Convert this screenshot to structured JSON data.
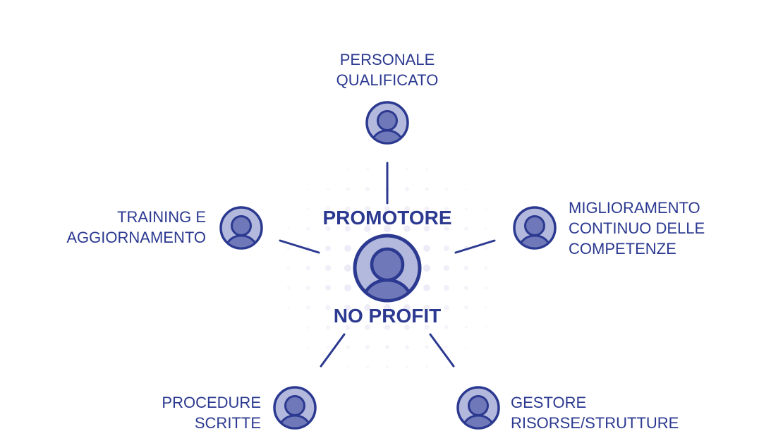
{
  "diagram": {
    "center": {
      "title_top": "PROMOTORE",
      "title_bottom": "NO PROFIT"
    },
    "nodes": [
      {
        "id": "personale",
        "lines": [
          "PERSONALE",
          "QUALIFICATO"
        ]
      },
      {
        "id": "training",
        "lines": [
          "TRAINING E",
          "AGGIORNAMENTO"
        ]
      },
      {
        "id": "miglioramento",
        "lines": [
          "MIGLIORAMENTO",
          "CONTINUO DELLE",
          "COMPETENZE"
        ]
      },
      {
        "id": "procedure",
        "lines": [
          "PROCEDURE",
          "SCRITTE"
        ]
      },
      {
        "id": "gestore",
        "lines": [
          "GESTORE",
          "RISORSE/STRUTTURE"
        ]
      }
    ],
    "icons": {
      "node": "person-icon",
      "center": "person-icon"
    },
    "colors": {
      "primary": "#2b3990",
      "icon_outer_fill": "#b3b8dd",
      "icon_inner_fill": "#6f78b8",
      "halftone_dot": "#e6e3f2"
    }
  }
}
